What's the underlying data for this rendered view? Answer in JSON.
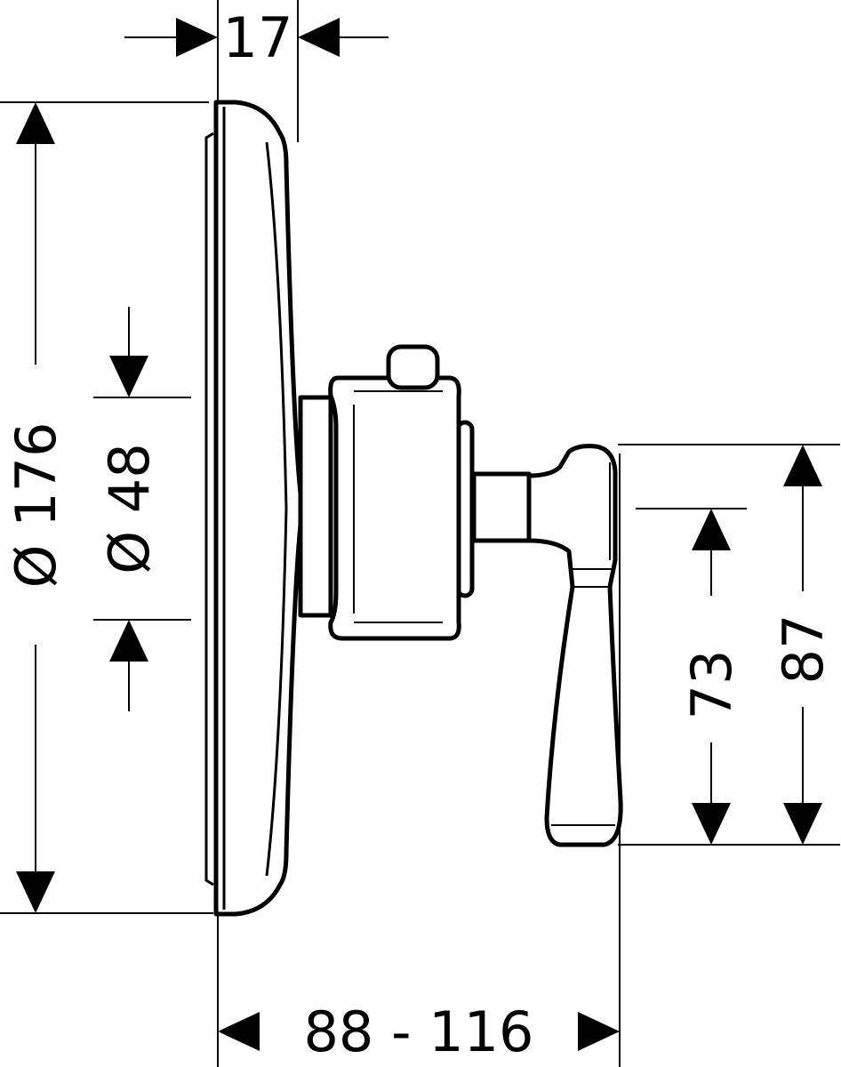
{
  "dimensions": {
    "depth_plate": "17",
    "plate_diameter": "Ø 176",
    "body_diameter": "Ø 48",
    "handle_lower": "73",
    "handle_height": "87",
    "projection_range": "88 - 116"
  },
  "colors": {
    "line": "#000000",
    "background": "#ffffff"
  }
}
